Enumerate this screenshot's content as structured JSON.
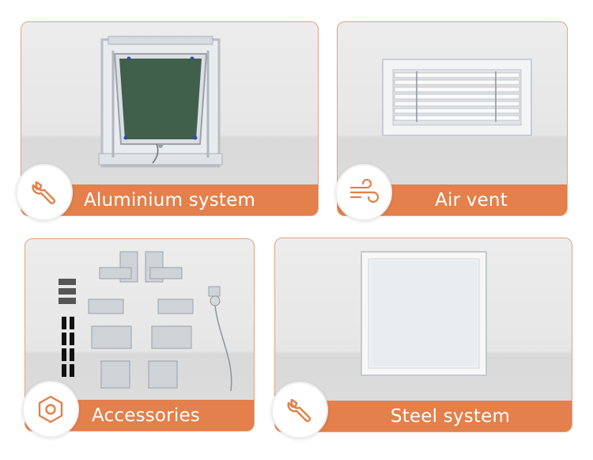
{
  "cards": [
    {
      "label": "Aluminium system",
      "icon": "wrench-icon"
    },
    {
      "label": "Air vent",
      "icon": "wind-icon"
    },
    {
      "label": "Accessories",
      "icon": "hexagon-nut-icon"
    },
    {
      "label": "Steel system",
      "icon": "wrench-icon"
    }
  ],
  "colors": {
    "accent": "#e3804b",
    "border": "#e2a27c",
    "card_bg": "#e8e8e8"
  }
}
